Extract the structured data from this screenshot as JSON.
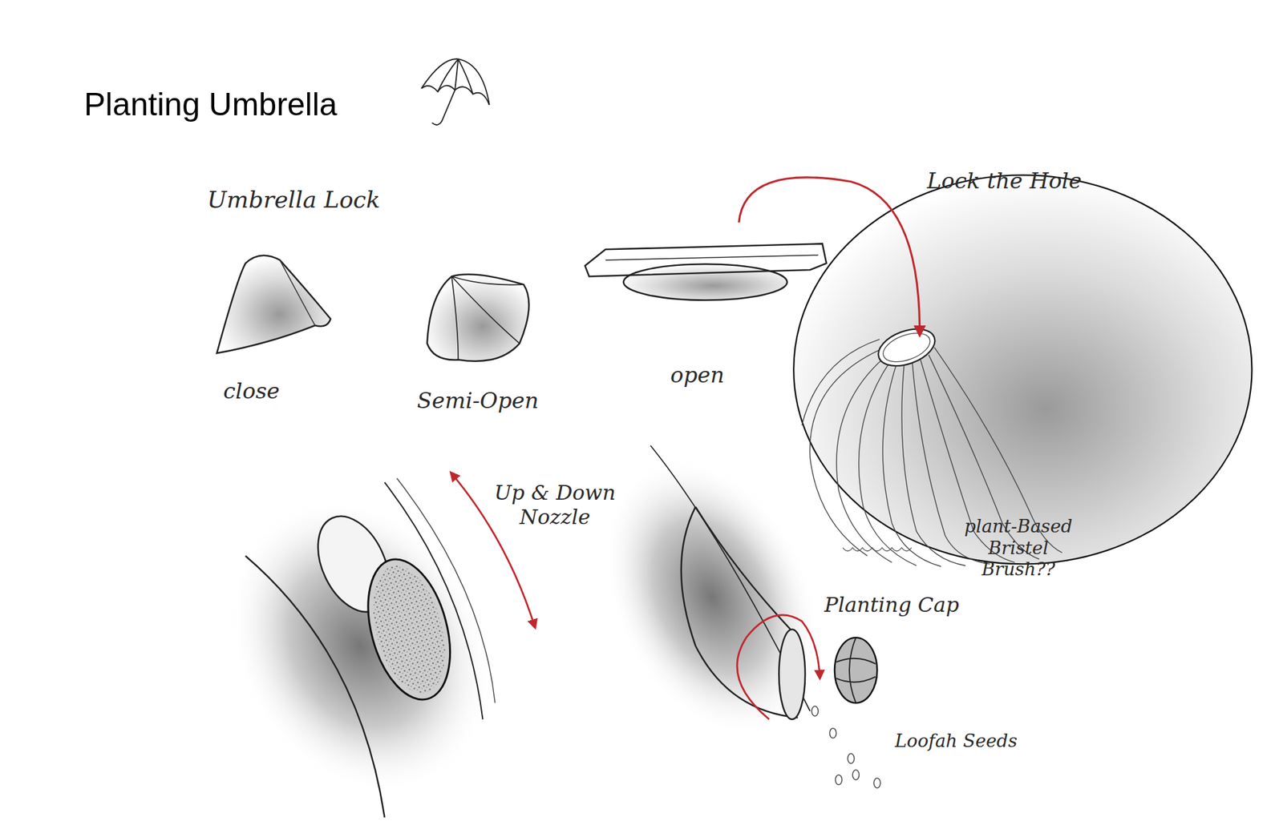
{
  "diagram": {
    "title": "Planting Umbrella",
    "labels": [
      "Umbrella Lock",
      "close",
      "Semi-Open",
      "open",
      "Lock the Hole",
      "Up & Down Nozzle",
      "Planting Cap",
      "plant-Based Bristel Brush??",
      "Loofah Seeds"
    ]
  }
}
